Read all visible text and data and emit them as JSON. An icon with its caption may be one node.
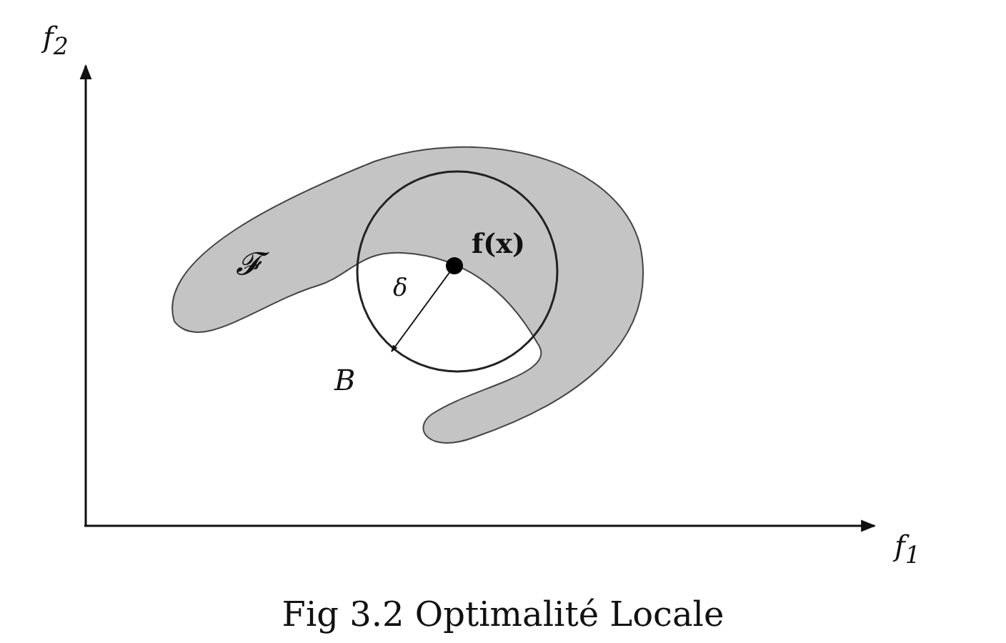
{
  "diagram": {
    "caption": "Fig 3.2 Optimalité Locale",
    "labels": [
      "f$_{2}$",
      "f$_{1}$",
      "𝓕",
      "f(x)",
      "δ",
      "B"
    ]
  }
}
